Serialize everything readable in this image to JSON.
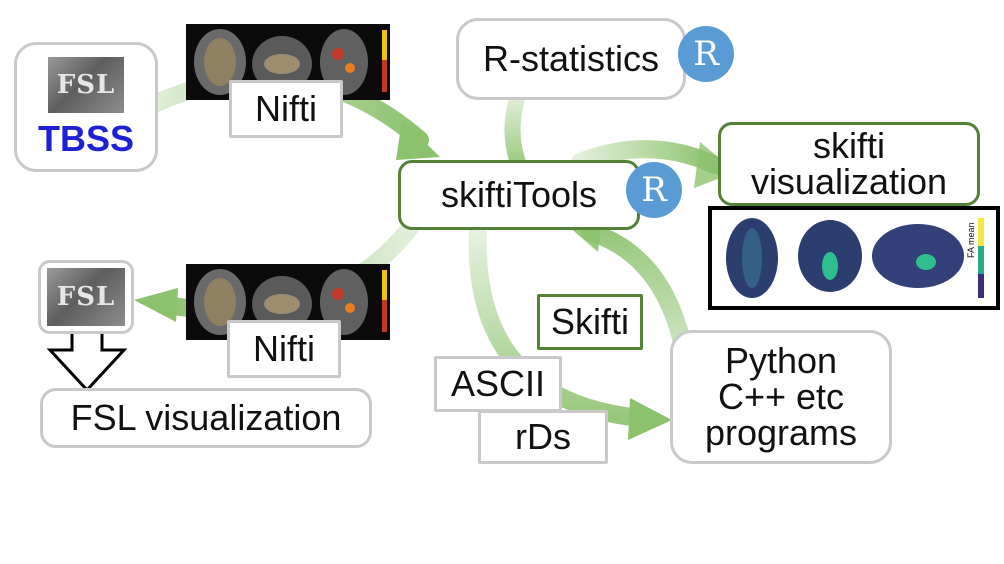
{
  "nodes": {
    "tbss": {
      "logo": "FSL",
      "label": "TBSS"
    },
    "nifti_top": {
      "label": "Nifti"
    },
    "r_stats": {
      "label": "R-statistics",
      "logo": "R"
    },
    "skifti_tools": {
      "label": "skiftiTools",
      "logo": "R"
    },
    "skifti_vis": {
      "line1": "skifti",
      "line2": "visualization",
      "legend": "FA mean"
    },
    "fsl_lower": {
      "logo": "FSL"
    },
    "nifti_bottom": {
      "label": "Nifti"
    },
    "fsl_vis": {
      "label": "FSL visualization"
    },
    "skifti_format": {
      "label": "Skifti"
    },
    "ascii": {
      "label": "ASCII"
    },
    "rds": {
      "label": "rDs"
    },
    "programs": {
      "line1": "Python",
      "line2": "C++ etc",
      "line3": "programs"
    }
  },
  "colors": {
    "arrow": "#8cc26e",
    "green_border": "#538135",
    "gray_border": "#c9c9c9",
    "r_logo": "#5b9bd5",
    "tbss_text": "#1f1fd6"
  }
}
